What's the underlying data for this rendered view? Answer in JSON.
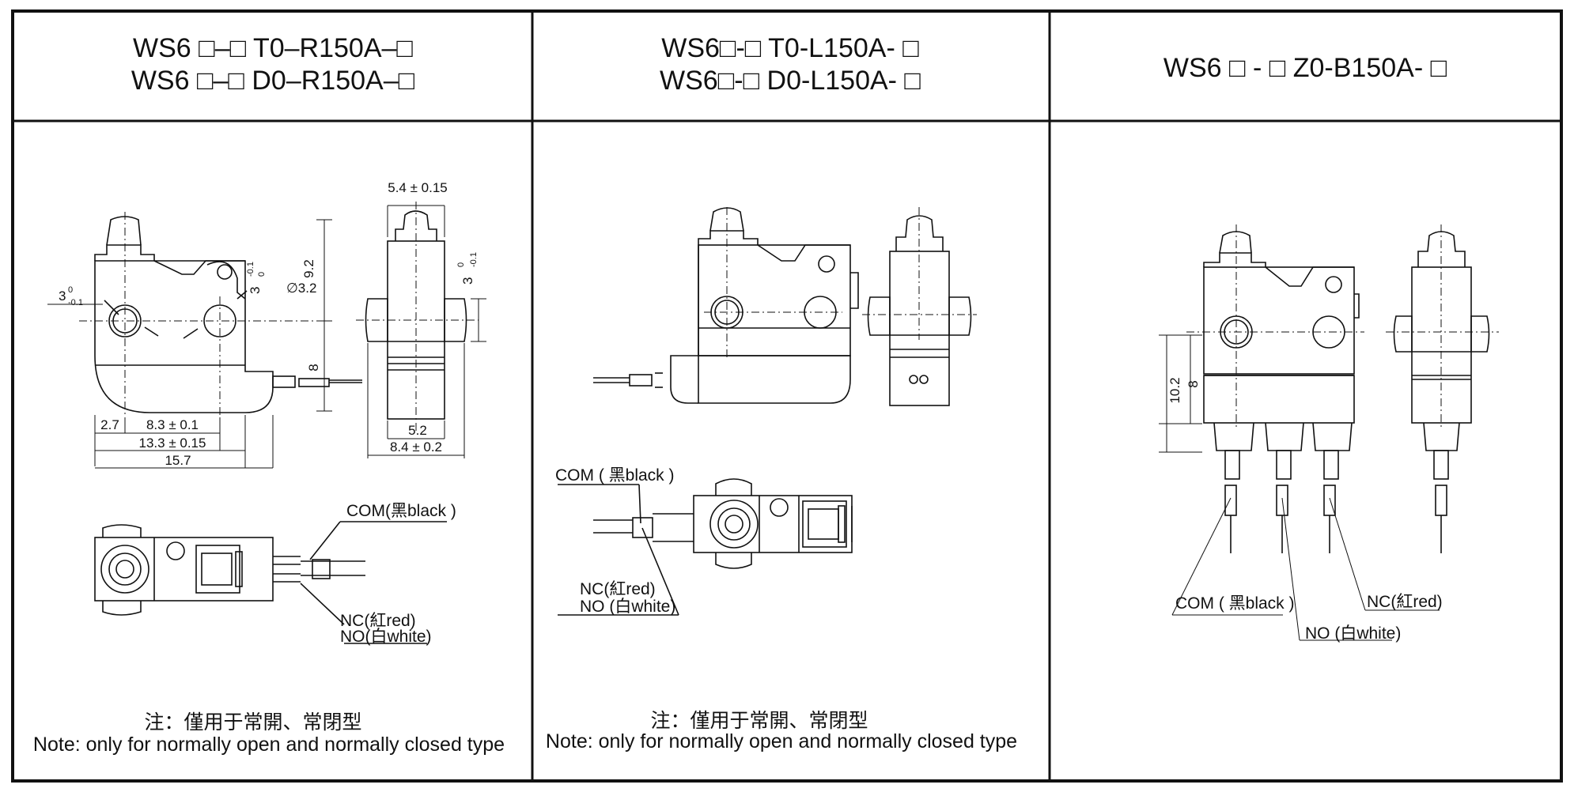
{
  "panels": [
    {
      "title_lines": [
        "WS6 □–□ T0–R150A–□",
        "WS6 □–□ D0–R150A–□"
      ],
      "dims": {
        "d_top_width": "5.4 ± 0.15",
        "d_hole_dia": "∅3.2",
        "d_height_9": "9.2",
        "d_height_8": "8",
        "d_tol_left_3": "3",
        "d_tol_left_sub": "-0.1",
        "d_tol_left_sup": "0",
        "d_tol_mid_3": "3",
        "d_tol_mid_sup": "-0.1",
        "d_tol_mid_sub": "0",
        "d_tol_right_3": "3",
        "d_tol_right_sup": "0",
        "d_tol_right_sub": "-0.1",
        "d_2_7": "2.7",
        "d_8_3": "8.3 ± 0.1",
        "d_13_3": "13.3 ± 0.15",
        "d_15_7": "15.7",
        "d_5_2": "5.2",
        "d_8_4": "8.4 ± 0.2"
      },
      "wires": {
        "com": "COM(黑black )",
        "nc": "NC(紅red)",
        "no": "NO(白white)"
      },
      "note_cn": "注：僅用于常開、常閉型",
      "note_en": "Note: only for normally open and normally closed type"
    },
    {
      "title_lines": [
        "WS6□-□ T0-L150A- □",
        "WS6□-□ D0-L150A- □"
      ],
      "wires": {
        "com": "COM ( 黑black )",
        "nc": "NC(紅red)",
        "no": "NO (白white)"
      },
      "note_cn": "注：僅用于常開、常閉型",
      "note_en": "Note: only for normally open and normally closed type"
    },
    {
      "title_lines": [
        "WS6 □ - □ Z0-B150A- □"
      ],
      "dims": {
        "d_10_2": "10.2",
        "d_8": "8"
      },
      "wires": {
        "com": "COM ( 黑black )",
        "no": "NO (白white)",
        "nc": "NC(紅red)"
      }
    }
  ]
}
